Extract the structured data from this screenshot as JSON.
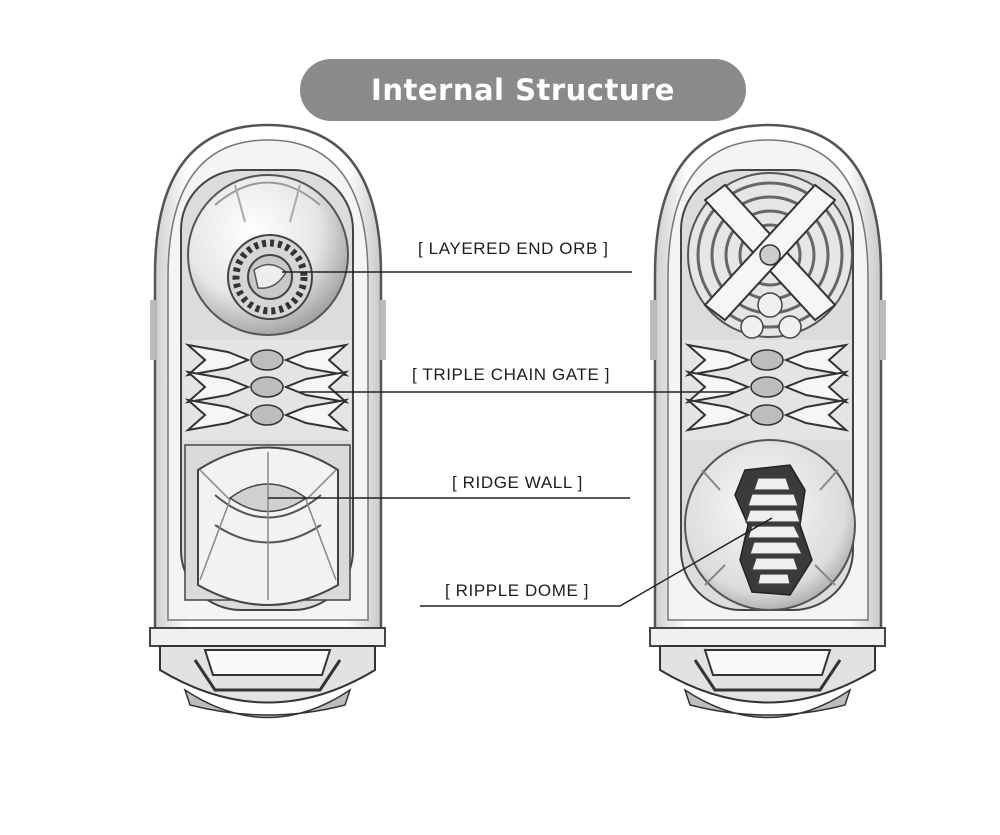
{
  "title": "Internal Structure",
  "labels": {
    "layered_end_orb": "[ LAYERED END ORB ]",
    "triple_chain_gate": "[ TRIPLE CHAIN GATE ]",
    "ridge_wall": "[ RIDGE WALL ]",
    "ripple_dome": "[ RIPPLE DOME ]"
  },
  "colors": {
    "title_pill": "#8a8a8a",
    "title_text": "#ffffff",
    "line": "#222222",
    "body_fill": "#ffffff",
    "body_stroke": "#555555"
  }
}
